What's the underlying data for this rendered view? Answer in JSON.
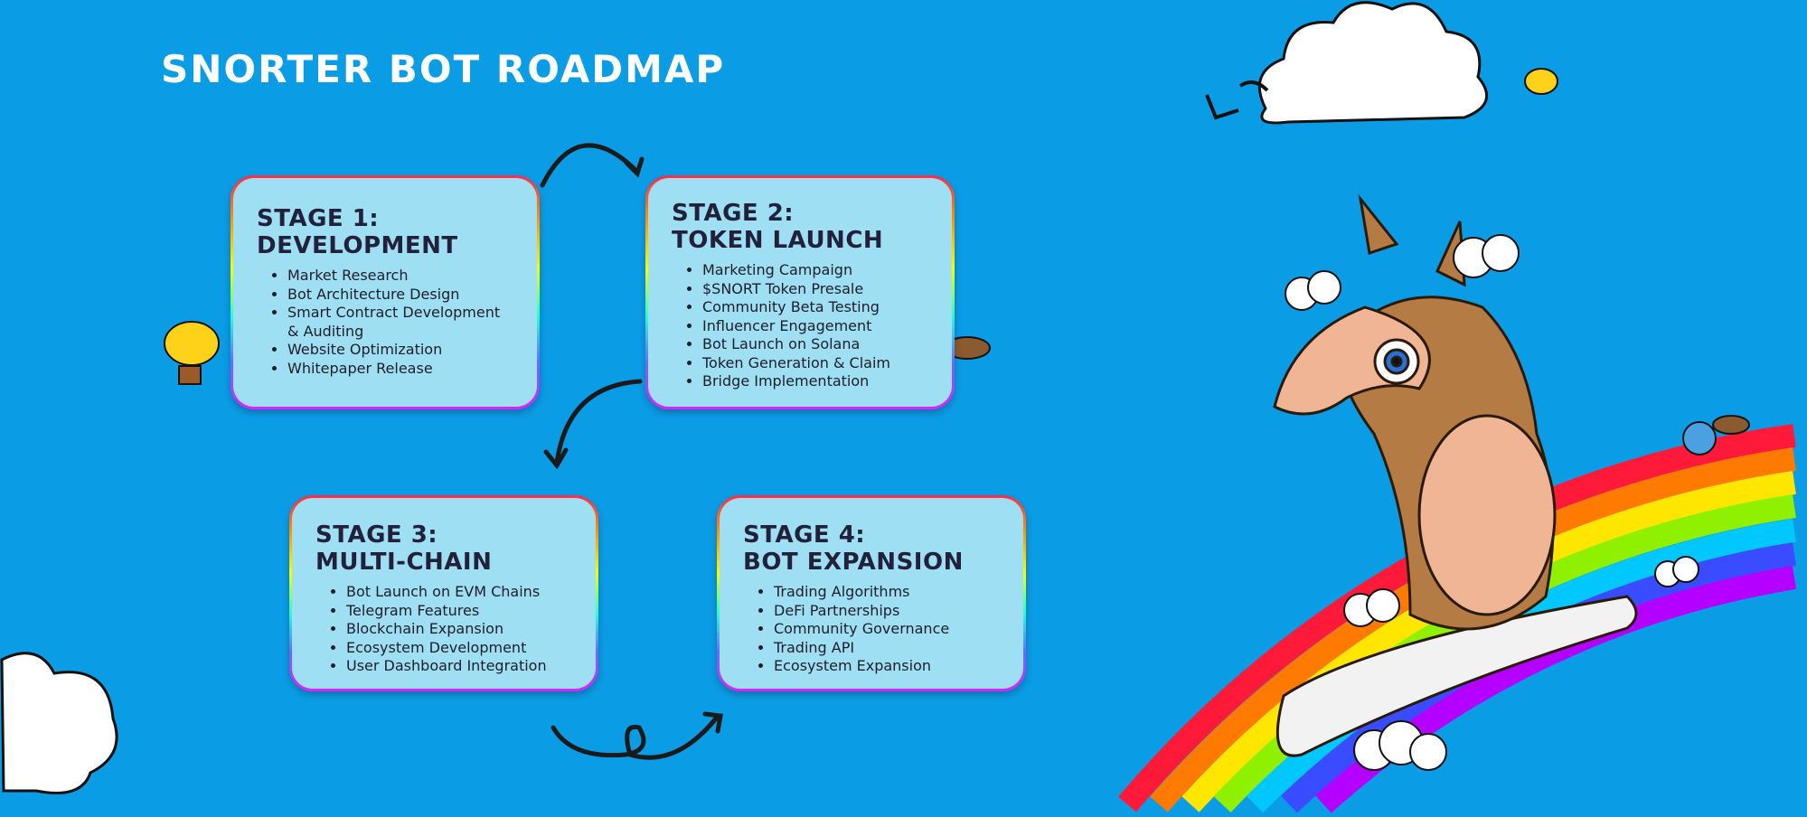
{
  "title": "Snorter Bot Roadmap",
  "stages": [
    {
      "heading_line1": "Stage 1:",
      "heading_line2": "Development",
      "items": [
        "Market Research",
        "Bot Architecture Design",
        "Smart Contract Development & Auditing",
        "Website Optimization",
        "Whitepaper Release"
      ]
    },
    {
      "heading_line1": "Stage 2:",
      "heading_line2": "Token Launch",
      "items": [
        "Marketing Campaign",
        "$SNORT Token Presale",
        "Community Beta Testing",
        "Influencer Engagement",
        "Bot Launch on Solana",
        "Token Generation & Claim",
        "Bridge Implementation"
      ]
    },
    {
      "heading_line1": "Stage 3:",
      "heading_line2": "Multi-Chain",
      "items": [
        "Bot Launch on EVM Chains",
        "Telegram Features",
        "Blockchain Expansion",
        "Ecosystem Development",
        "User Dashboard Integration"
      ]
    },
    {
      "heading_line1": "Stage 4:",
      "heading_line2": "Bot Expansion",
      "items": [
        "Trading Algorithms",
        "DeFi Partnerships",
        "Community Governance",
        "Trading API",
        "Ecosystem Expansion"
      ]
    }
  ],
  "colors": {
    "background": "#0b9ce6",
    "card": "#9fdff4",
    "text": "#22203a"
  }
}
